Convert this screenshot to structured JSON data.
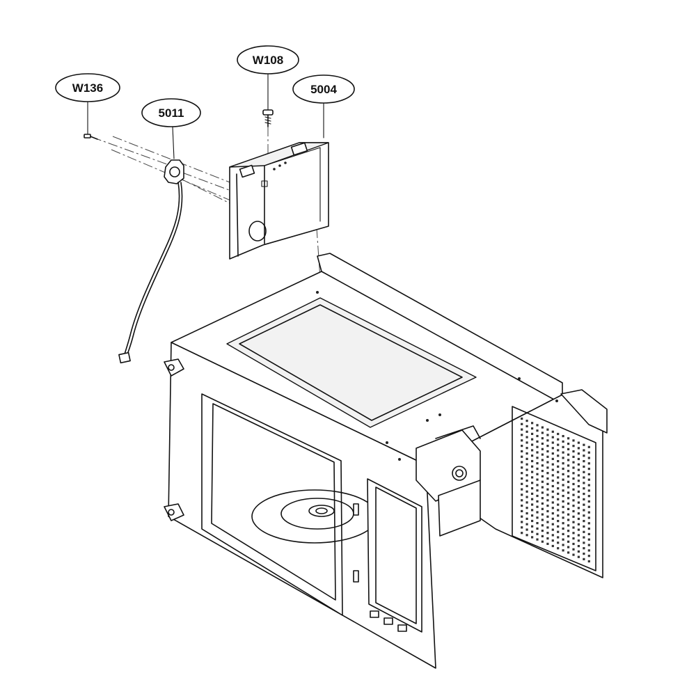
{
  "callouts": {
    "w136": "W136",
    "w108": "W108",
    "c5011": "5011",
    "c5004": "5004"
  }
}
